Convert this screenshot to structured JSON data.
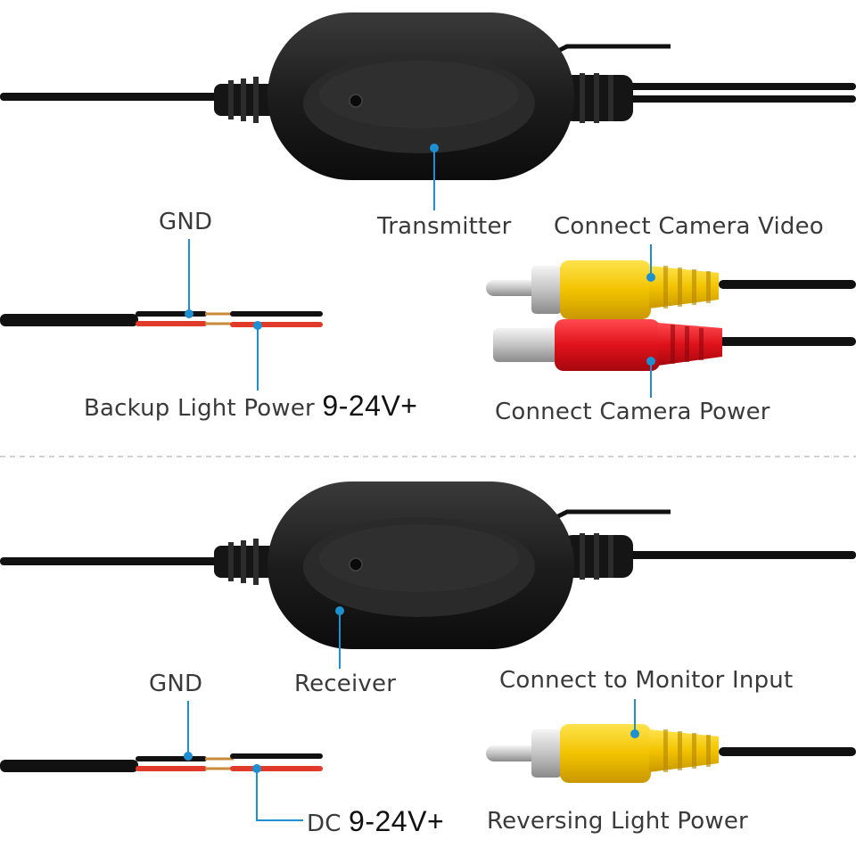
{
  "transmitter": {
    "device_label": "Transmitter",
    "gnd_label": "GND",
    "power_label": "Backup Light Power",
    "power_voltage": "9-24V+",
    "video_label": "Connect Camera Video",
    "camera_power_label": "Connect Camera Power"
  },
  "receiver": {
    "device_label": "Receiver",
    "gnd_label": "GND",
    "power_label": "DC",
    "power_voltage": "9-24V+",
    "monitor_label": "Connect to Monitor Input",
    "reversing_label": "Reversing Light Power"
  },
  "colors": {
    "cable": "#111111",
    "leader_line": "#1e8fd0",
    "rca_yellow": "#f2c300",
    "dc_red": "#e0121b",
    "wire_red": "#e23a2a",
    "divider": "#cfcfcf"
  },
  "icons": {
    "device_box": "oval-black-module",
    "video_plug": "rca-plug-yellow",
    "power_plug": "dc-barrel-plug-red",
    "led": "indicator-led"
  }
}
